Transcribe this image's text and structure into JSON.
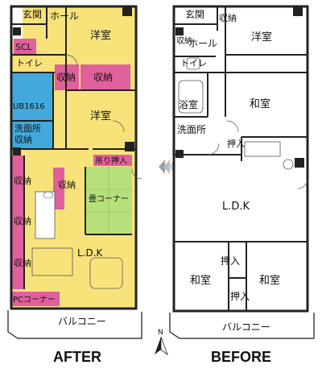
{
  "after": {
    "caption": "AFTER",
    "rooms": {
      "genkan": "玄関",
      "hall": "ホール",
      "youshitsu1": "洋室",
      "scl": "SCL",
      "toilet": "トイレ",
      "shuno1": "収納",
      "shuno2": "収納",
      "ub": "UB1616",
      "youshitsu2": "洋室",
      "senmenjo": "洗面所",
      "shuno_wash": "収納",
      "tsuri_oshiire": "吊り押入",
      "shuno_l1": "収納",
      "shuno_mid": "収納",
      "tatami_corner": "畳コーナー",
      "shuno_l2": "収納",
      "shuno_l3": "収納",
      "ldk": "L.D.K",
      "pc_corner": "PCコーナー",
      "balcony": "バルコニー"
    }
  },
  "before": {
    "caption": "BEFORE",
    "rooms": {
      "genkan": "玄関",
      "shuno_top": "収納",
      "youshitsu": "洋室",
      "shuno_side": "収納",
      "hall": "ホール",
      "toilet": "トイレ",
      "washitsu1": "和室",
      "yokushitsu": "浴室",
      "senmenjo": "洗面所",
      "oshiire1": "押入",
      "ldk": "L.D.K",
      "oshiire2": "押入",
      "washitsu2": "和室",
      "washitsu3": "和室",
      "oshiire3": "押入",
      "balcony": "バルコニー"
    }
  },
  "compass": "N",
  "colors": {
    "yellow": "#f7e37a",
    "pink": "#e0609b",
    "blue": "#43a9dc",
    "green": "#b7e07c",
    "wall": "#222222",
    "arrow": "#9aa0a6"
  }
}
